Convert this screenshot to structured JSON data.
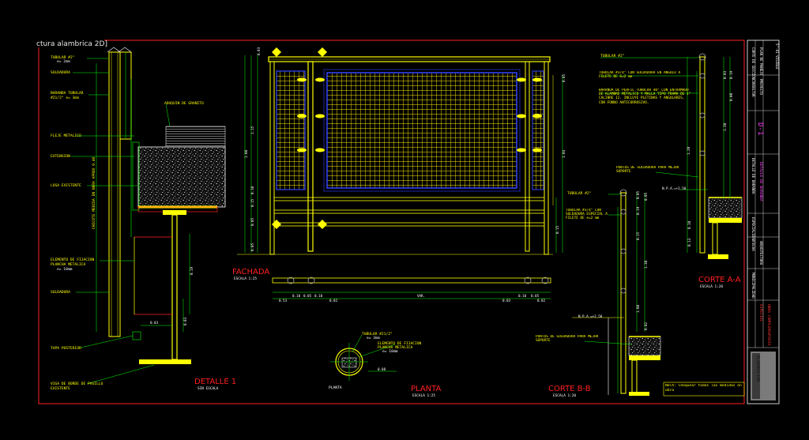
{
  "tab_label": "ctura alambrica 2D]",
  "detalle1": {
    "title": "DETALLE 1",
    "scale": "SIN ESCALA",
    "labels": {
      "tubular": "TUBULAR #2\"",
      "tubular_e": "e= 2mm",
      "soldadura1": "SOLDADURA",
      "baranda": "BARANDA TUBULAR",
      "baranda2": "#21/2\" e= 3mm",
      "adoquin": "ADOQUIN DE GRANITO",
      "fleje": "FLEJE METALICO",
      "extension": "EXTENSION",
      "losa": "LOSA EXISTENTE",
      "vert": "CHICOTE MEDIDA EN OBRA APROX 0.40",
      "elemento": "ELEMENTO DE FIJACION",
      "platina": "PLANCHA METALICA",
      "platina_e": "e= 10mm",
      "soldadura2": "SOLDADURA",
      "tapa": "TAPA POSTERIOR",
      "viga": "VIGA DE BORDE DE PASILLO",
      "viga2": "EXISTENTE"
    },
    "dims": {
      "d1": "0.19",
      "d2": "0.03",
      "d3": "0.03"
    }
  },
  "fachada": {
    "title": "FACHADA",
    "scale": "ESCALA 1:25",
    "dims_left": [
      "0.03",
      "1.15",
      "0.10",
      "0.15",
      "0.05",
      "1.08",
      "0.05"
    ],
    "dims_bottom": [
      "0.53",
      "0.10",
      "0.05",
      "0.10",
      "0.02",
      "VAR.",
      "0.03",
      "0.10",
      "0.05",
      "0.02"
    ],
    "dims_right": [
      "0.05",
      "1.04",
      "0.15"
    ]
  },
  "corte_aa": {
    "title": "CORTE A-A",
    "scale": "ESCALA 1:20",
    "labels": {
      "tubular": "TUBULAR #2\"",
      "tubular2": "TUBULAR #3/4\" CON SOLDADURA EN ANGULO A FILETE DE 6=2 mm",
      "baranda": "BARANDA DE PERFIL TUBULAR 40\" CON ENTRAMADO DE ALAMBRE METALICO Y MALLA TIPO TRAMA DE 1\" CALIBRE 12. INCLUYE PLETINAS Y ANGULARES, CON FONDO ANTICORROSIVO.",
      "puntos": "PUNTOS DE SOLDADURA PARA MEJOR SOPORTE",
      "npa": "N.P.A.=+2.50"
    },
    "dims": [
      "1.20",
      "1.30",
      "0.19",
      "0.00",
      "0.03",
      "0.10",
      "0.13"
    ]
  },
  "corte_bb": {
    "title": "CORTE B-B",
    "scale": "ESCALA 1:20",
    "labels": {
      "tubular": "TUBULAR #2\"",
      "tubular2": "TUBULAR #3/4\" CON SOLDADURA ESPECIAL A FILETE DE e=2 mm",
      "puntos": "PUNTOS DE SOLDADURA PARA MEJOR SOPORTE",
      "npa": "N.P.A.=+2.50"
    },
    "dims": [
      "0.05",
      "0.19",
      "1.30",
      "0.15",
      "1.08",
      "0.05",
      "0.02"
    ]
  },
  "planta": {
    "title": "PLANTA",
    "scale": "ESCALA 1:25",
    "labels": {
      "tubular": "TUBULAR #21/2\"",
      "tubular_e": "e= 3mm",
      "elemento": "ELEMENTO DE FIJACION",
      "platina": "PLANCHA METALICA",
      "platina_e": "e= 10mm",
      "dim": "0.08",
      "name": "PLANTA"
    }
  },
  "nota": "NOTA: Chequear todas las medidas en obra",
  "titleblock": {
    "top": "5\"-A1 VISIBLE",
    "rows": [
      "CORTE DE SECCION",
      "PLAN DE MANEJO",
      "CONSULTOR",
      "PROYECTO",
      "D-1",
      "DETALLE DE BARANDA",
      "ESPECIALIDAD",
      "FECHA",
      "ARQUITECTURA",
      "MUNICIPALIDAD"
    ],
    "code": "D-1",
    "magenta": "DETALLE DE BARANDA",
    "red1": "ESPECIAL",
    "red2": "OBRA COMPLEMENTARIA",
    "bottom": "ELABORACION"
  }
}
